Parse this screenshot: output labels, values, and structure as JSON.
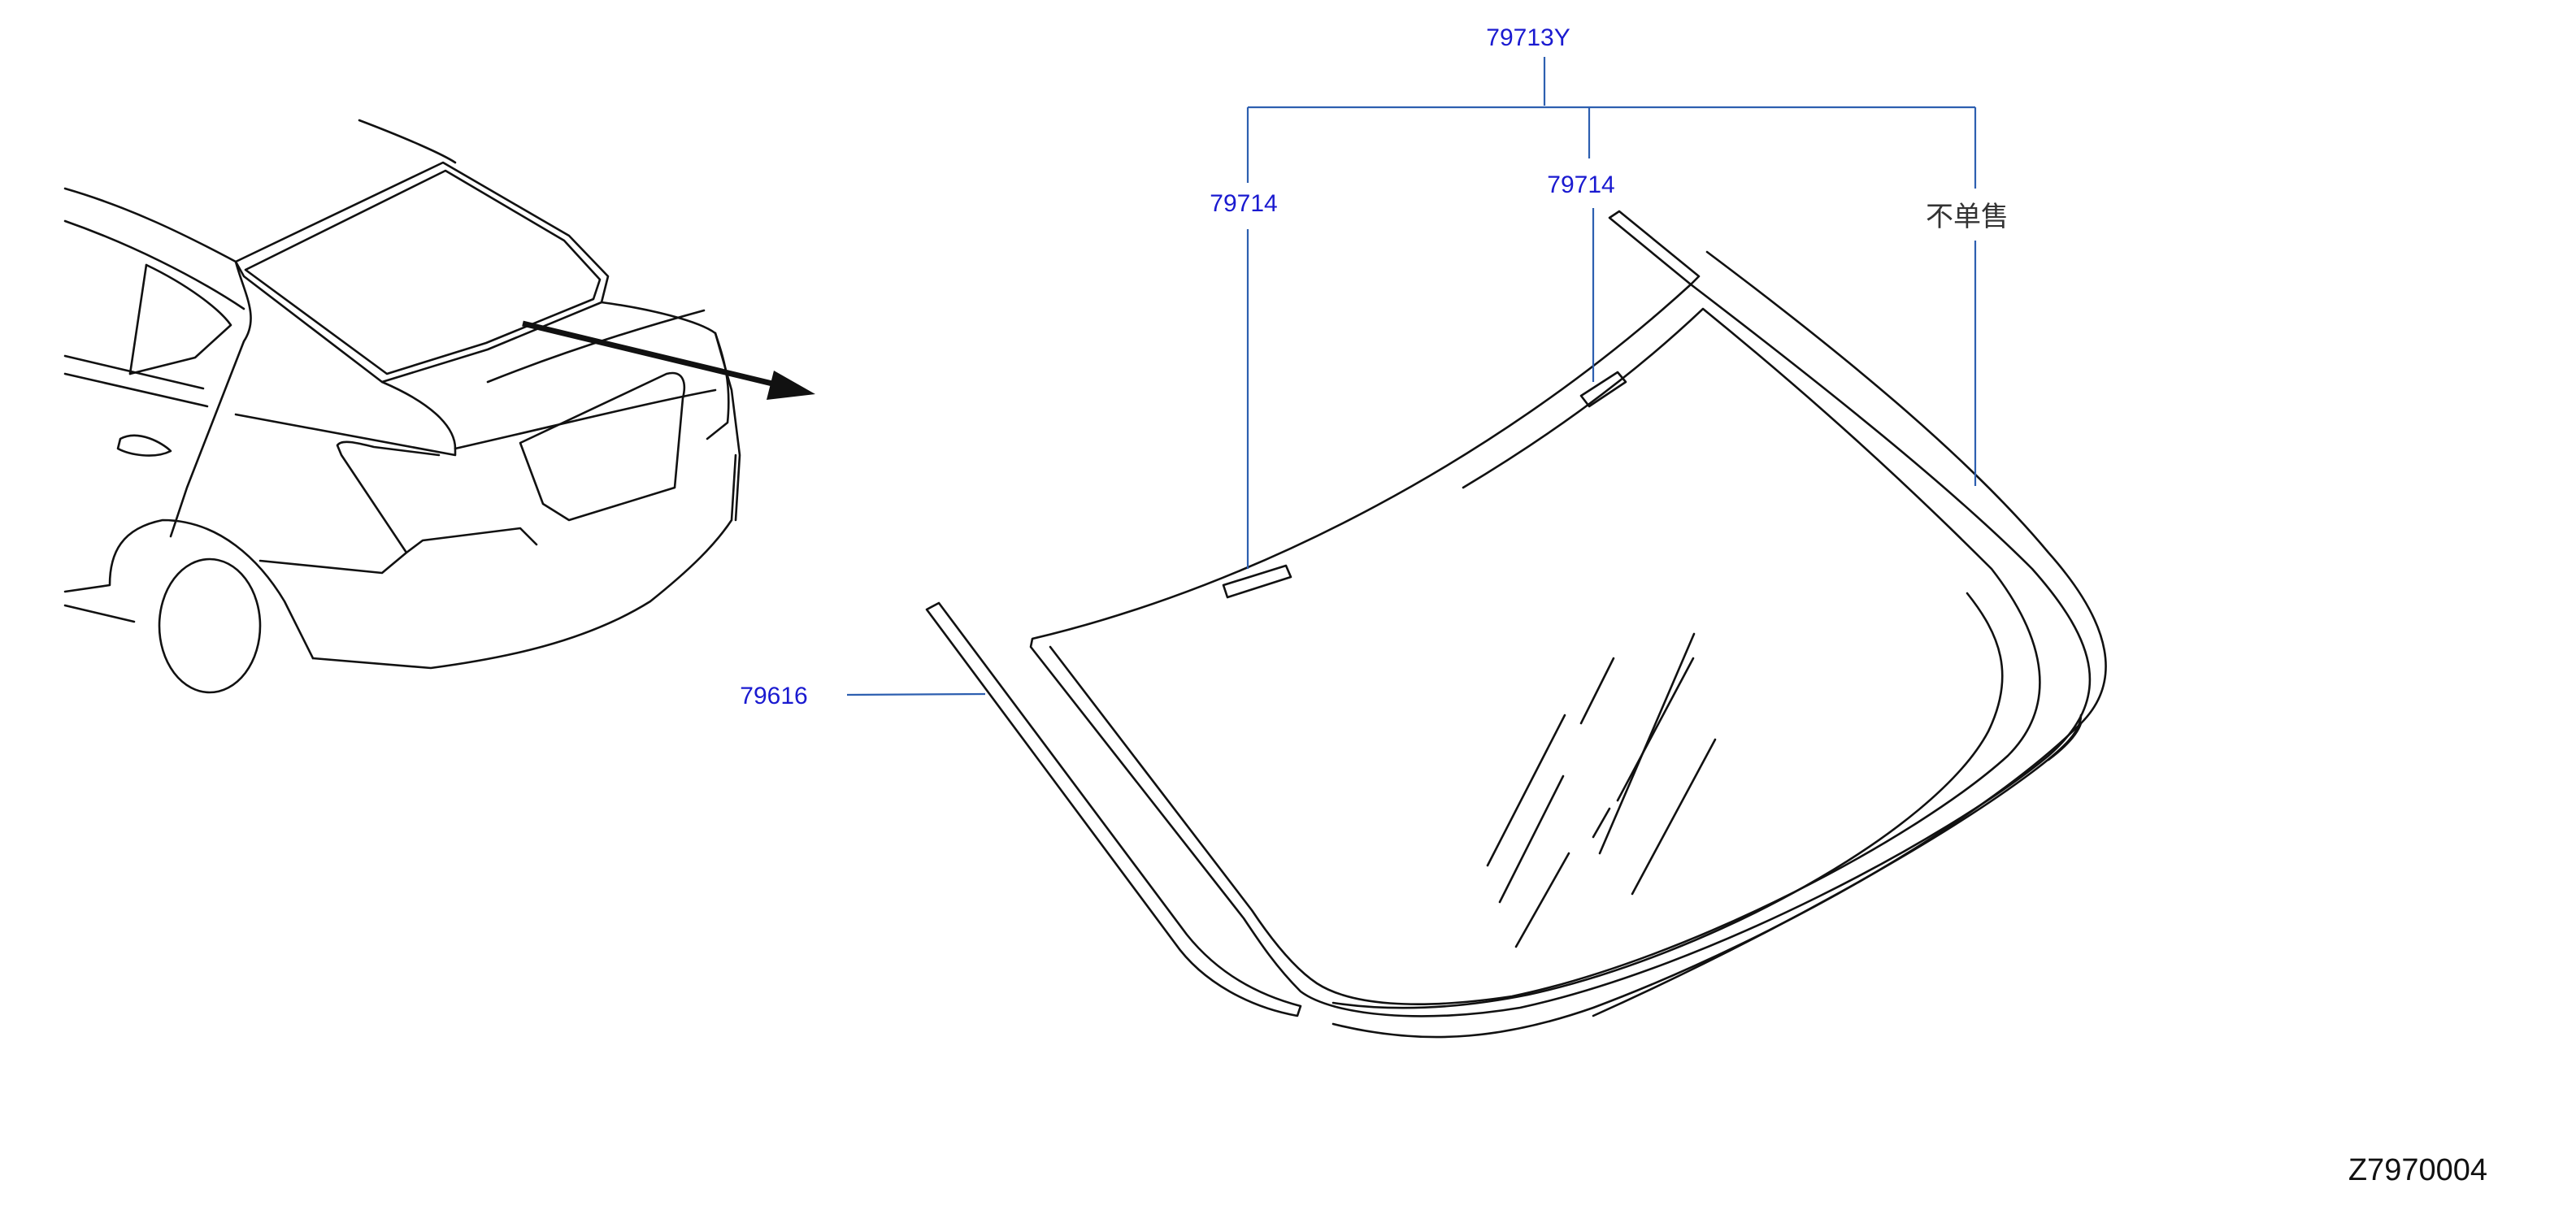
{
  "diagram": {
    "colors": {
      "callout": "#1a1ad0",
      "leader": "#2d5fb0",
      "linework": "#111111",
      "note": "#333333"
    },
    "labels": {
      "assembly": "79713Y",
      "clip_left": "79714",
      "clip_right": "79714",
      "not_sold_separately": "不单售",
      "moulding": "79616"
    },
    "drawing_code": "Z7970004"
  }
}
